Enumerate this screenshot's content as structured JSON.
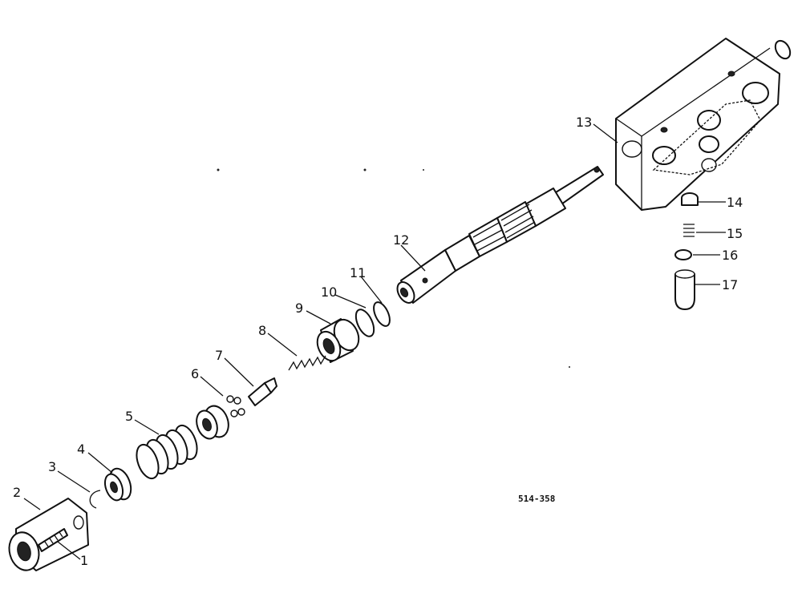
{
  "diagram": {
    "drawing_code": "514-358",
    "callouts": [
      "1",
      "2",
      "3",
      "4",
      "5",
      "6",
      "7",
      "8",
      "9",
      "10",
      "11",
      "12",
      "13",
      "14",
      "15",
      "16",
      "17"
    ]
  }
}
